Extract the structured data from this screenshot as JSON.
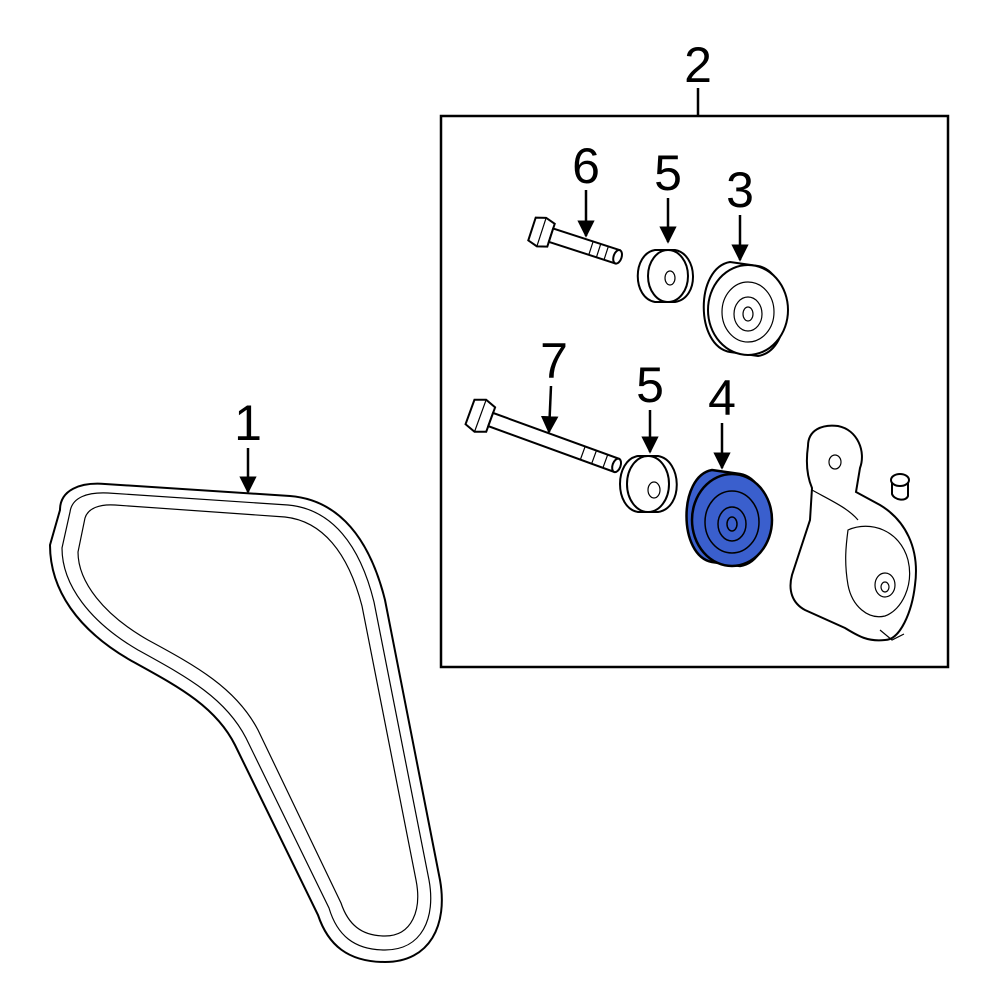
{
  "callouts": {
    "c1": "1",
    "c2": "2",
    "c3": "3",
    "c4": "4",
    "c5a": "5",
    "c5b": "5",
    "c6": "6",
    "c7": "7"
  },
  "colors": {
    "highlight": "#3a5fcd",
    "line": "#000000",
    "background": "#ffffff"
  }
}
